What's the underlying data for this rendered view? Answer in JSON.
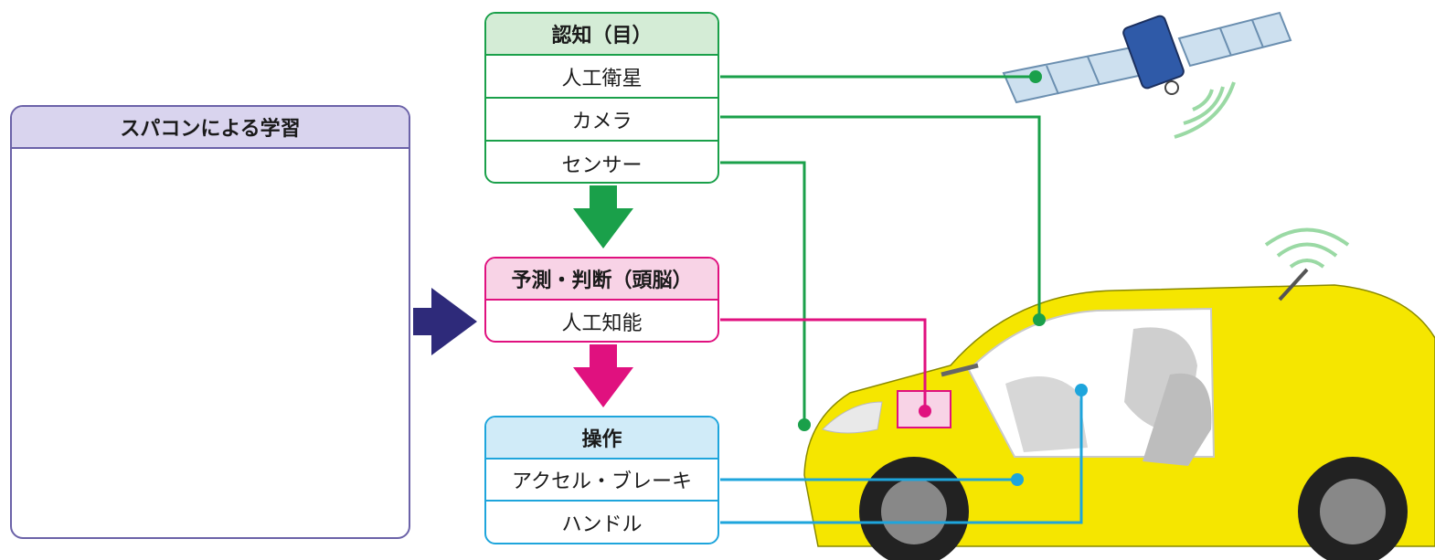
{
  "learning": {
    "title": "スパコンによる学習"
  },
  "recognition": {
    "title": "認知（目）",
    "items": [
      "人工衛星",
      "カメラ",
      "センサー"
    ]
  },
  "prediction": {
    "title": "予測・判断（頭脳）",
    "items": [
      "人工知能"
    ]
  },
  "operation": {
    "title": "操作",
    "items": [
      "アクセル・ブレーキ",
      "ハンドル"
    ]
  },
  "colors": {
    "learning": "#6b62a8",
    "recognition": "#1aa04a",
    "prediction": "#e0117f",
    "operation": "#1ea5dc",
    "car": "#f5e600"
  },
  "icons": [
    "car-icon",
    "pedestrian-icon",
    "supercomputer-icon",
    "satellite-icon",
    "wireless-signal-icon"
  ]
}
